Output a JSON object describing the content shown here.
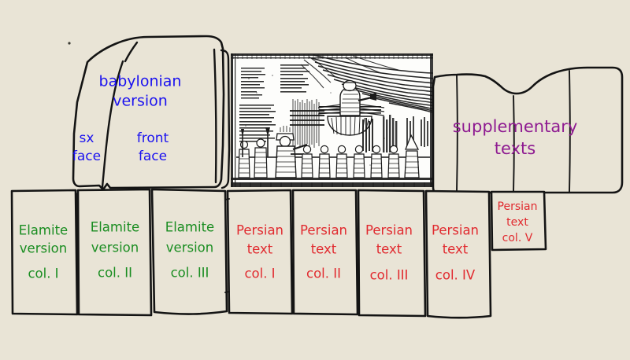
{
  "figure": {
    "title": "Behistun inscription panel layout diagram",
    "background_color": "#e9e4d6",
    "line_color": "#141414"
  },
  "colors": {
    "babylonian": "#1b12f0",
    "elamite": "#1a8d21",
    "persian": "#e12a2f",
    "supplementary": "#8e1a91"
  },
  "labels": {
    "babylonian_version": {
      "line1": "babylonian",
      "line2": "version"
    },
    "sx_face": {
      "line1": "sx",
      "line2": "face"
    },
    "front_face": {
      "line1": "front",
      "line2": "face"
    },
    "supplementary_texts": {
      "line1": "supplementary",
      "line2": "texts"
    }
  },
  "elamite_columns": [
    {
      "line1": "Elamite",
      "line2": "version",
      "line3": "col. I"
    },
    {
      "line1": "Elamite",
      "line2": "version",
      "line3": "col. II"
    },
    {
      "line1": "Elamite",
      "line2": "version",
      "line3": "col. III"
    }
  ],
  "persian_columns": [
    {
      "line1": "Persian",
      "line2": "text",
      "line3": "col. I"
    },
    {
      "line1": "Persian",
      "line2": "text",
      "line3": "col. II"
    },
    {
      "line1": "Persian",
      "line2": "text",
      "line3": "col. III"
    },
    {
      "line1": "Persian",
      "line2": "text",
      "line3": "col. IV"
    },
    {
      "line1": "Persian",
      "line2": "text",
      "line3": "col. V"
    }
  ],
  "relief": {
    "name": "behistun-relief-engraving",
    "description": "line engraving of the Behistun rock relief: Darius facing bound captives beneath winged Faravahar symbol"
  }
}
